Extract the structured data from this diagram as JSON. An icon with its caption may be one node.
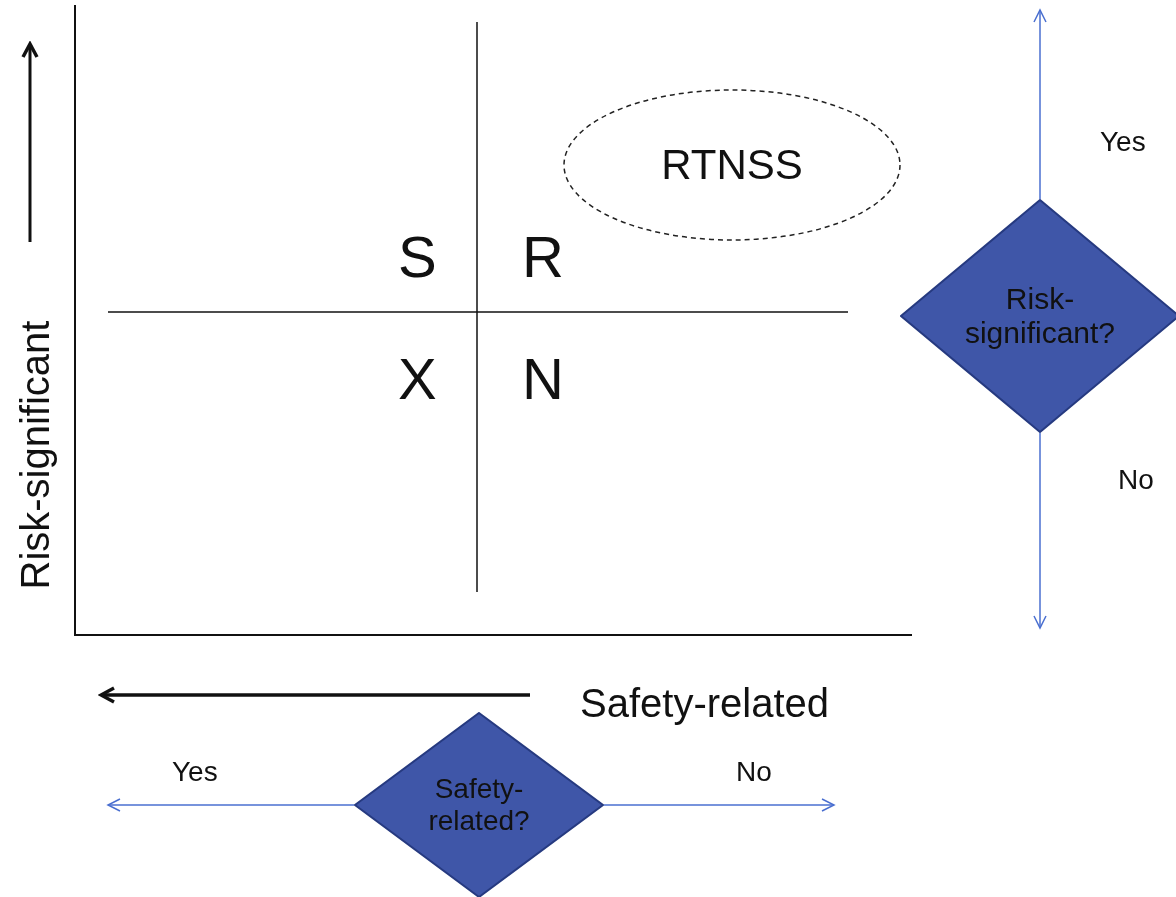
{
  "diagram": {
    "nodes": [
      {
        "text": [
          "RTNSS"
        ]
      },
      {
        "text": [
          "Risk-significant?"
        ]
      },
      {
        "text": [
          "Safety-related?"
        ]
      }
    ],
    "edges": [
      {
        "from": 1,
        "to": null,
        "arrow": "to",
        "label": "Yes"
      },
      {
        "from": 1,
        "to": null,
        "arrow": "to",
        "label": "No"
      },
      {
        "from": 2,
        "to": null,
        "arrow": "to",
        "label": "Yes"
      },
      {
        "from": 2,
        "to": null,
        "arrow": "to",
        "label": "No"
      }
    ],
    "labels": [
      "S",
      "R",
      "X",
      "N",
      "Risk-significant",
      "Safety-related"
    ]
  }
}
